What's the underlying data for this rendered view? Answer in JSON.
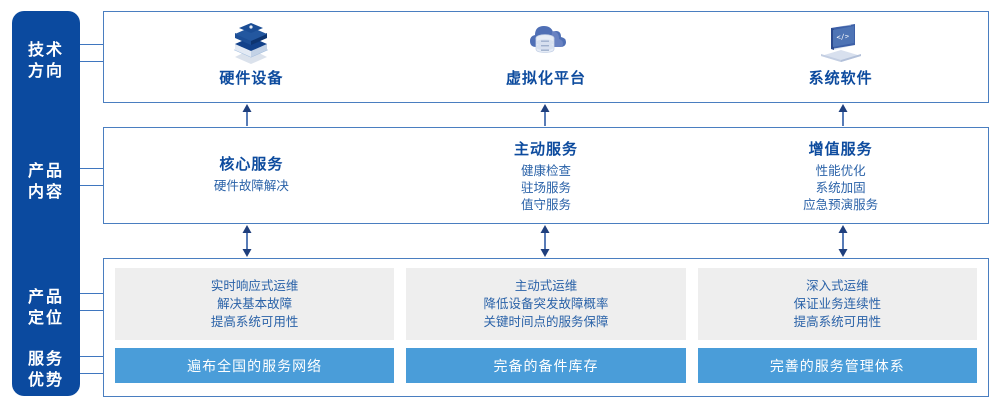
{
  "sidebar": {
    "labels": [
      {
        "name": "tech-direction",
        "text": "技术\n方向"
      },
      {
        "name": "product-content",
        "text": "产品\n内容"
      },
      {
        "name": "product-position",
        "text": "产品\n定位"
      },
      {
        "name": "service-advantage",
        "text": "服务\n优势"
      }
    ],
    "background_color": "#0b4a9f",
    "text_color": "#ffffff"
  },
  "tech_section": {
    "columns": [
      {
        "icon": "server-stack-icon",
        "label": "硬件设备"
      },
      {
        "icon": "cloud-database-icon",
        "label": "虚拟化平台"
      },
      {
        "icon": "laptop-code-icon",
        "label": "系统软件"
      }
    ]
  },
  "content_section": {
    "columns": [
      {
        "title": "核心服务",
        "items": [
          "硬件故障解决"
        ]
      },
      {
        "title": "主动服务",
        "items": [
          "健康检查",
          "驻场服务",
          "值守服务"
        ]
      },
      {
        "title": "增值服务",
        "items": [
          "性能优化",
          "系统加固",
          "应急预演服务"
        ]
      }
    ]
  },
  "bottom_section": {
    "columns": [
      {
        "positioning": [
          "实时响应式运维",
          "解决基本故障",
          "提高系统可用性"
        ],
        "advantage": "遍布全国的服务网络"
      },
      {
        "positioning": [
          "主动式运维",
          "降低设备突发故障概率",
          "关键时间点的服务保障"
        ],
        "advantage": "完备的备件库存"
      },
      {
        "positioning": [
          "深入式运维",
          "保证业务连续性",
          "提高系统可用性"
        ],
        "advantage": "完善的服务管理体系"
      }
    ],
    "gray_box_color": "#eeeeee",
    "blue_bar_color": "#4a9dd9"
  },
  "connectors": {
    "up_arrow_icon": "arrow-up-icon",
    "double_arrow_icon": "arrow-up-down-icon",
    "down_arrow_icon": "arrow-down-icon",
    "line_color": "#3f76bf"
  }
}
